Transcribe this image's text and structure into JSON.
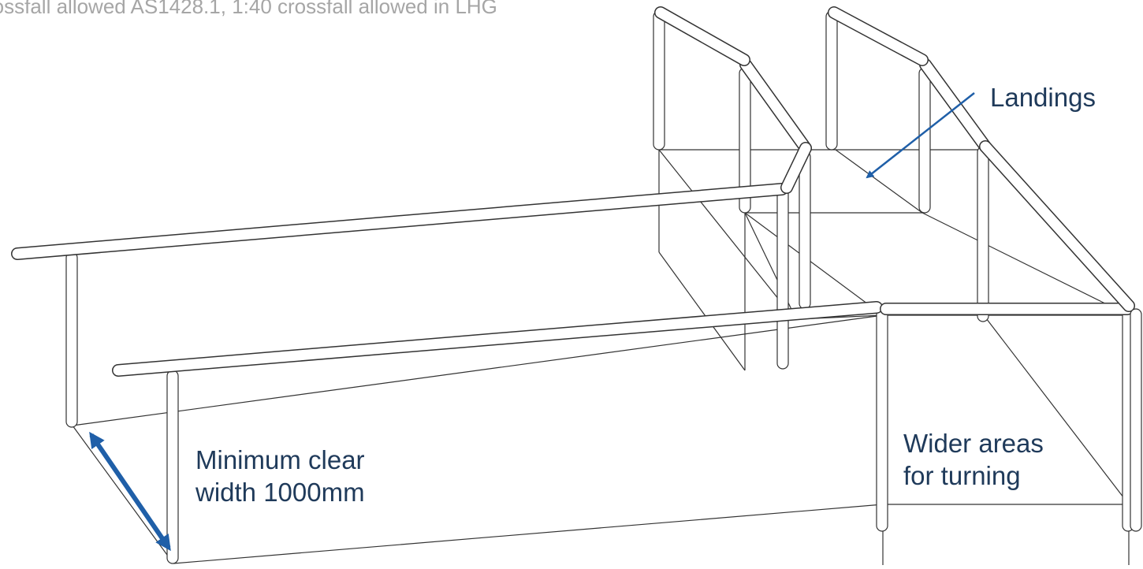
{
  "caption": {
    "text": "rossfall allowed AS1428.1, 1:40 crossfall allowed in LHG"
  },
  "labels": {
    "landings": "Landings",
    "min_width_line1": "Minimum clear",
    "min_width_line2": "width 1000mm",
    "wider_line1": "Wider areas",
    "wider_line2": "for turning"
  },
  "colors": {
    "label_text": "#1f3a5a",
    "caption_text": "#a6a6a6",
    "arrow": "#1f5fa8",
    "line": "#333333",
    "rail_fill": "#ffffff"
  }
}
